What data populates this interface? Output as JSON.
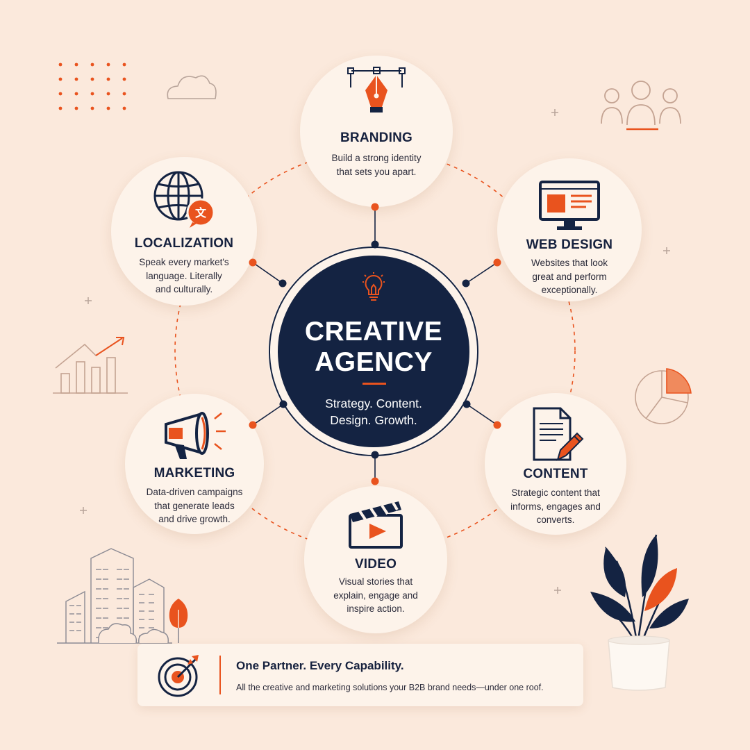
{
  "hub": {
    "title_line1": "CREATIVE",
    "title_line2": "AGENCY",
    "tagline_line1": "Strategy. Content.",
    "tagline_line2": "Design. Growth."
  },
  "services": [
    {
      "title": "BRANDING",
      "desc": [
        "Build a strong identity",
        "that sets you apart."
      ],
      "icon": "pen-nib-icon"
    },
    {
      "title": "WEB DESIGN",
      "desc": [
        "Websites that look",
        "great and perform",
        "exceptionally."
      ],
      "icon": "monitor-icon"
    },
    {
      "title": "CONTENT",
      "desc": [
        "Strategic content that",
        "informs, engages and",
        "converts."
      ],
      "icon": "document-pencil-icon"
    },
    {
      "title": "VIDEO",
      "desc": [
        "Visual stories that",
        "explain, engage and",
        "inspire action."
      ],
      "icon": "clapperboard-icon"
    },
    {
      "title": "MARKETING",
      "desc": [
        "Data-driven campaigns",
        "that generate leads",
        "and drive growth."
      ],
      "icon": "megaphone-icon"
    },
    {
      "title": "LOCALIZATION",
      "desc": [
        "Speak every market's",
        "language. Literally",
        "and culturally."
      ],
      "icon": "globe-translate-icon"
    }
  ],
  "banner": {
    "title": "One Partner. Every Capability.",
    "text": "All the creative and marketing solutions your B2B brand needs—under one roof.",
    "icon": "target-icon"
  },
  "colors": {
    "background": "#fbe9dc",
    "card": "#fdf3ea",
    "navy": "#142342",
    "accent": "#e9531e"
  }
}
